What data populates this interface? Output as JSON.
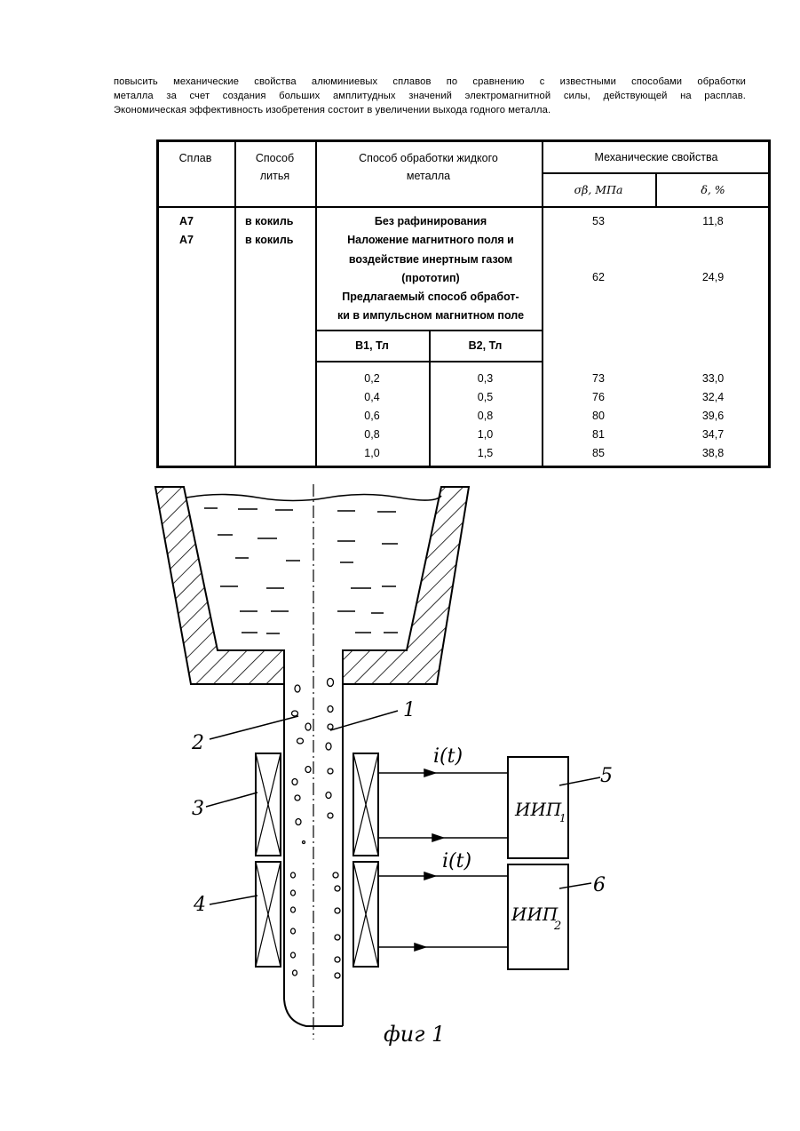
{
  "paragraph": {
    "lines": [
      "повысить механические свойства алюминиевых сплавов по сравнению с известными способами обработки",
      "металла за счет создания больших амплитудных значений электромагнитной силы, действующей на расплав.",
      "Экономическая эффективность изобретения состоит в увеличении выхода годного металла."
    ]
  },
  "table": {
    "headers": {
      "alloy": "Сплав",
      "casting": [
        "Способ",
        "литья"
      ],
      "treatment": [
        "Способ обработки жидкого",
        "металла"
      ],
      "mechanical": "Механические свойства",
      "sigma": "σβ, МПа",
      "delta": "δ, %",
      "b1": "В1, Тл",
      "b2": "В2, Тл"
    },
    "alloys": [
      "А7",
      "А7"
    ],
    "casting": [
      "в кокиль",
      "в кокиль"
    ],
    "treatment_lines": [
      "Без рафинирования",
      "Наложение магнитного поля и",
      "воздействие инертным газом",
      "(прототип)",
      "Предлагаемый способ обработ-",
      "ки в импульсном магнитном поле"
    ],
    "b1": [
      "0,2",
      "0,4",
      "0,6",
      "0,8",
      "1,0"
    ],
    "b2": [
      "0,3",
      "0,5",
      "0,8",
      "1,0",
      "1,5"
    ],
    "sigma_top": [
      "53",
      "62"
    ],
    "delta_top": [
      "11,8",
      "24,9"
    ],
    "sigma_bottom": [
      "73",
      "76",
      "80",
      "81",
      "85"
    ],
    "delta_bottom": [
      "33,0",
      "32,4",
      "39,6",
      "34,7",
      "38,8"
    ]
  },
  "figure": {
    "caption": "фиг 1",
    "labels": [
      "1",
      "2",
      "3",
      "4",
      "5",
      "6"
    ],
    "current_label": "i(t)",
    "source1": "ИИП",
    "source1_sub": "1",
    "source2": "ИИП",
    "source2_sub": "2"
  }
}
